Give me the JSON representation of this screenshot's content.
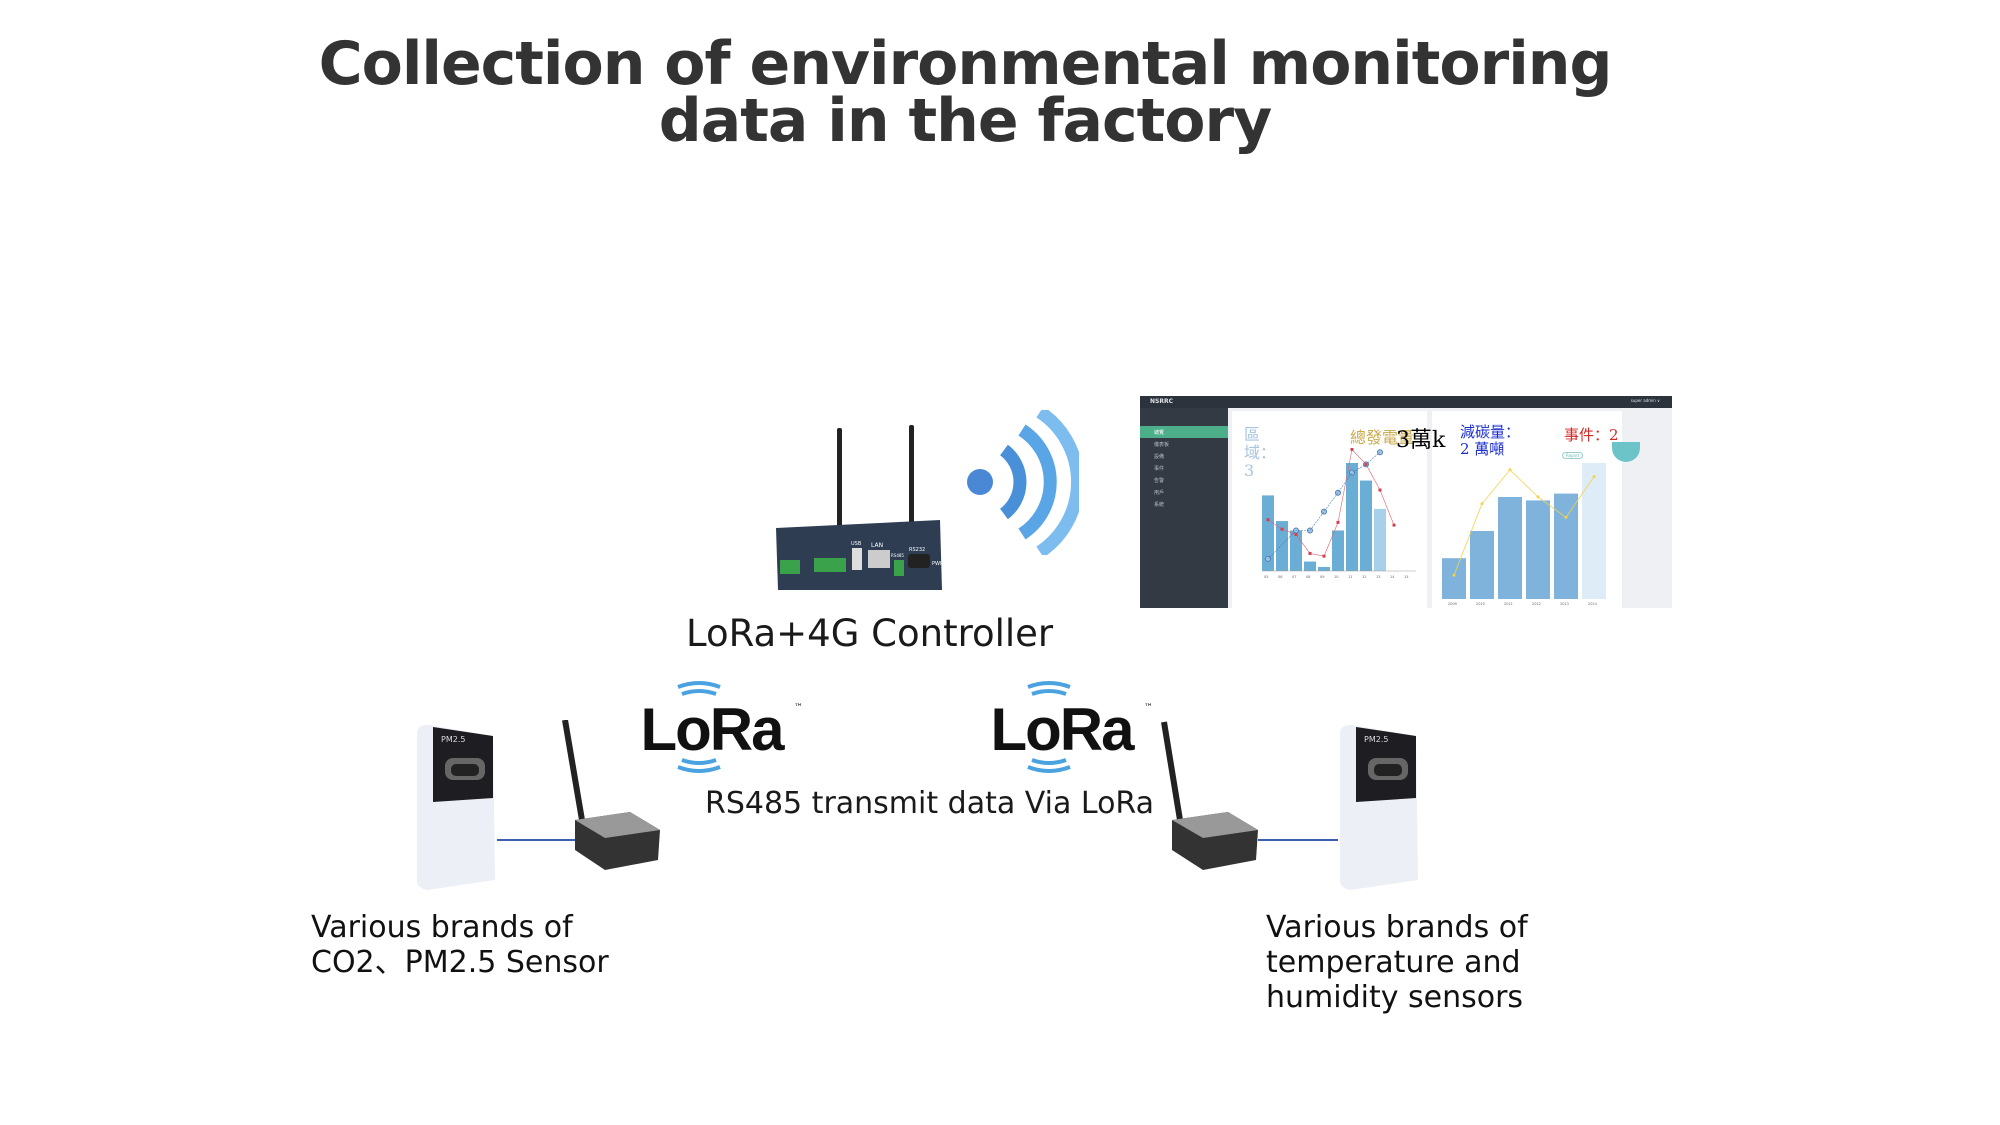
{
  "title": {
    "line1": "Collection of environmental monitoring",
    "line2": "data in the factory"
  },
  "controller_label": "LoRa+4G Controller",
  "lora_logo": {
    "text": "LoRa",
    "tm": "™"
  },
  "transmit_label": "RS485 transmit data Via LoRa",
  "left_caption": {
    "line1": "Various brands of",
    "line2": "CO2、PM2.5 Sensor"
  },
  "right_caption": {
    "line1": "Various brands of",
    "line2": "temperature and",
    "line3": "humidity sensors"
  },
  "sensor_label": "PM2.5",
  "controller_ports": {
    "lan": "LAN",
    "usb": "USB",
    "rs485": "RS485",
    "rs232": "RS232",
    "pwr": "PWR"
  },
  "dashboard": {
    "brand": "NSRRC",
    "user": "super admin ∨",
    "sidebar": [
      "總覽",
      "儀表板",
      "設備",
      "事件",
      "告警",
      "用戶",
      "系統"
    ],
    "overlay": {
      "area_label": "區域：",
      "area_value": "3",
      "power_label": "總發電量",
      "power_value": "3萬k",
      "carbon_label": "減碳量：",
      "carbon_value": "2 萬噸",
      "events": "事件：2"
    },
    "report_btn": "Report",
    "left_chart": {
      "bars": [
        480,
        385,
        350,
        235,
        215,
        350,
        600,
        535,
        430
      ],
      "line": [
        245,
        null,
        350,
        350,
        420,
        490,
        565,
        595,
        640
      ],
      "red": [
        390,
        355,
        335,
        265,
        255,
        380,
        650,
        595,
        500,
        370
      ],
      "xlabels": [
        "05",
        "06",
        "07",
        "08",
        "09",
        "10",
        "11",
        "12",
        "13",
        "14",
        "15"
      ]
    },
    "right_chart": {
      "bars": [
        22,
        30,
        40,
        39,
        41,
        50
      ],
      "line": [
        17,
        38,
        48,
        40,
        34,
        46
      ],
      "xlabels": [
        "2009",
        "2010",
        "2011",
        "2012",
        "2013",
        "2014"
      ]
    }
  },
  "colors": {
    "wifi": "#4a90d9",
    "lora_waves": "#4aa3e0",
    "bar": "#6aaed6",
    "link": "#3a5fb0"
  }
}
